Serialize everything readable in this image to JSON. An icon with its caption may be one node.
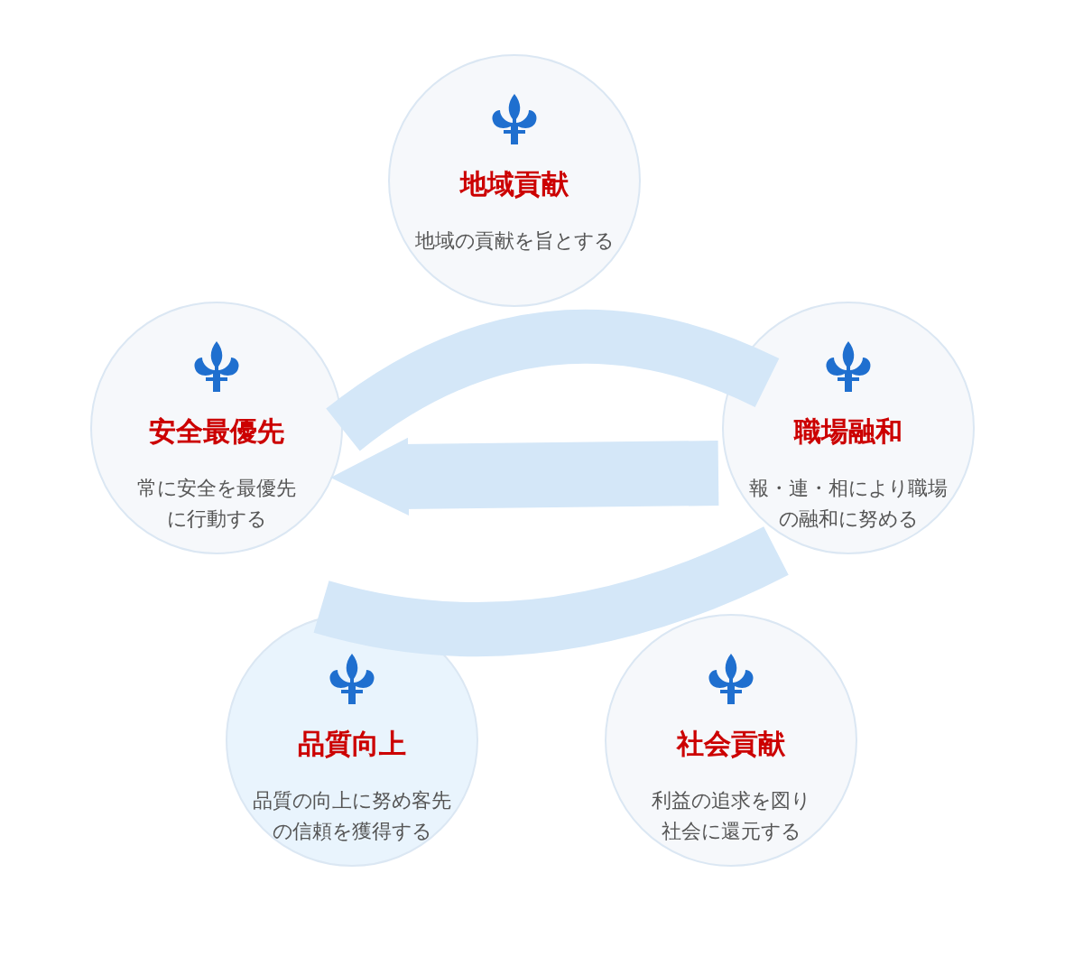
{
  "diagram": {
    "nodes": [
      {
        "text": [
          "地域貢献",
          "地域の貢献を旨とする"
        ]
      },
      {
        "text": [
          "安全最優先",
          "常に安全を最優先に行動する"
        ]
      },
      {
        "text": [
          "職場融和",
          "報・連・相により職場の融和に努める"
        ]
      },
      {
        "text": [
          "品質向上",
          "品質の向上に努め客先の信頼を獲得する"
        ]
      },
      {
        "text": [
          "社会貢献",
          "利益の追求を図り社会に還元する"
        ]
      }
    ],
    "edges": [
      {
        "from": 1,
        "to": 2,
        "arrow": "none"
      },
      {
        "from": 2,
        "to": 1,
        "arrow": "to"
      },
      {
        "from": 2,
        "to": 3,
        "arrow": "none"
      }
    ]
  }
}
